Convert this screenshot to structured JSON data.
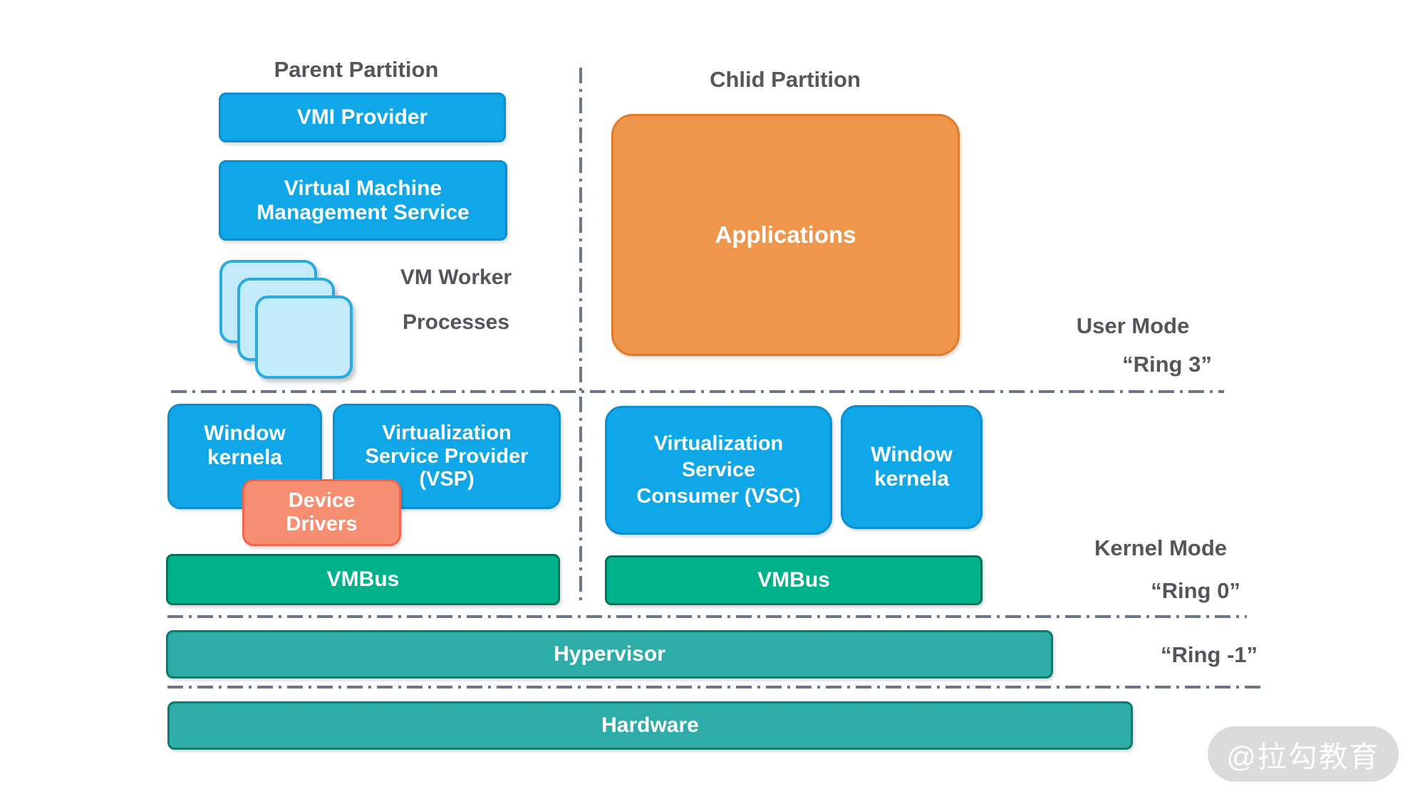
{
  "titles": {
    "parent_partition": "Parent Partition",
    "child_partition": "Chlid Partition"
  },
  "parent_partition": {
    "vmi_provider": "VMI Provider",
    "vmms": [
      "Virtual Machine",
      "Management Service"
    ],
    "vm_worker_processes": [
      "VM",
      "Worker",
      "Processes"
    ],
    "window_kernel": [
      "Window",
      "kernela"
    ],
    "vsp": [
      "Virtualization",
      "Service Provider",
      "(VSP)"
    ],
    "device_drivers": [
      "Device",
      "Drivers"
    ],
    "vmbus": "VMBus"
  },
  "child_partition": {
    "applications": "Applications",
    "vsc": [
      "Virtualization",
      "Service",
      "Consumer (VSC)"
    ],
    "window_kernel": [
      "Window",
      "kernela"
    ],
    "vmbus": "VMBus"
  },
  "rings": {
    "user_mode": "User Mode",
    "ring_3": "“Ring 3”",
    "kernel_mode": "Kernel Mode",
    "ring_0": "“Ring 0”",
    "ring_minus_1": "“Ring -1”"
  },
  "base_layers": {
    "hypervisor": "Hypervisor",
    "hardware": "Hardware"
  },
  "watermark": "@拉勾教育",
  "colors": {
    "blue_fill": "#10a7e8",
    "blue_border": "#0a8fd0",
    "light_blue_fill": "#c3ebfa",
    "light_blue_border": "#29abe2",
    "orange_fill": "#ef964d",
    "orange_border": "#e07b28",
    "salmon_fill": "#f68e72",
    "salmon_border": "#f2654a",
    "green_fill": "#00b289",
    "green_border": "#00745b",
    "teal_fill": "#2eaca8",
    "teal_border": "#0b7c6e",
    "label_gray": "#54565a",
    "dash_line": "#6b7786"
  }
}
